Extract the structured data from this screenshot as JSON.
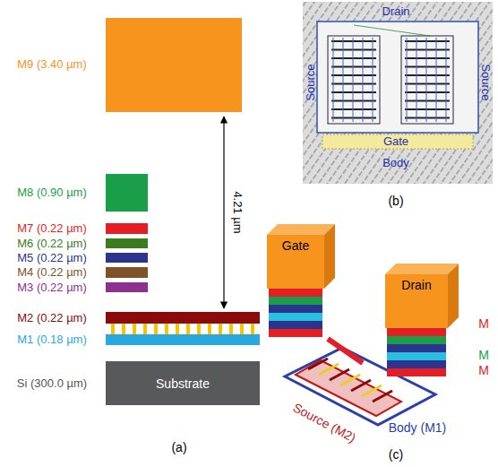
{
  "diagram": {
    "nodes": [
      {
        "text": [
          "Substrate"
        ]
      },
      {
        "text": [
          "Gate"
        ]
      },
      {
        "text": [
          "Drain"
        ]
      }
    ],
    "labels": [
      "M9 (3.40 µm)",
      "M8 (0.90 µm)",
      "M7 (0.22 µm)",
      "M6 (0.22 µm)",
      "M5 (0.22 µm)",
      "M4 (0.22 µm)",
      "M3 (0.22 µm)",
      "M2 (0.22 µm)",
      "M1 (0.18 µm)",
      "Si (300.0 µm)",
      "4.21 µm",
      "(a)",
      "Drain",
      "Source",
      "Source",
      "Gate",
      "Body",
      "(b)",
      "Source (M2)",
      "Body (M1)",
      "M",
      "M",
      "M",
      "(c)"
    ]
  }
}
